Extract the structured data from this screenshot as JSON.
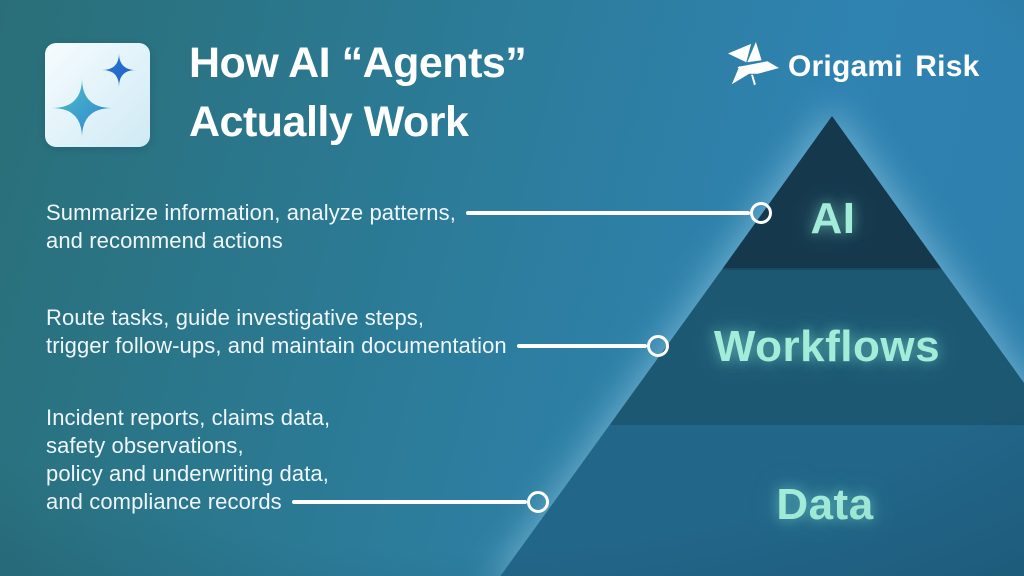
{
  "header": {
    "title_line1": "How AI “Agents”",
    "title_line2": "Actually Work",
    "brand": "Origami Risk"
  },
  "icons": {
    "badge": "sparkles-icon",
    "brand_logo": "origami-hummingbird-icon",
    "connector_node": "hollow-circle-marker"
  },
  "pyramid": {
    "type": "layered-pyramid",
    "layers": [
      {
        "label": "AI",
        "annotation_lines": [
          "Summarize information, analyze patterns,",
          "and recommend actions"
        ]
      },
      {
        "label": "Workflows",
        "annotation_lines": [
          "Route tasks, guide investigative steps,",
          "trigger follow-ups, and maintain documentation"
        ]
      },
      {
        "label": "Data",
        "annotation_lines": [
          "Incident reports, claims data,",
          "safety observations,",
          "policy and underwriting data,",
          "and compliance records"
        ]
      }
    ]
  },
  "colors": {
    "background_left": "#2a6f78",
    "background_mid": "#2b7a95",
    "background_right": "#2f83b1",
    "layer_ai": "#16384d",
    "layer_workflows": "#1d5873",
    "layer_data": "#226689",
    "label_mint": "#a2ecd9",
    "text_white": "#eff7fa",
    "connector": "#ffffff",
    "glow": "#aadcf2"
  }
}
